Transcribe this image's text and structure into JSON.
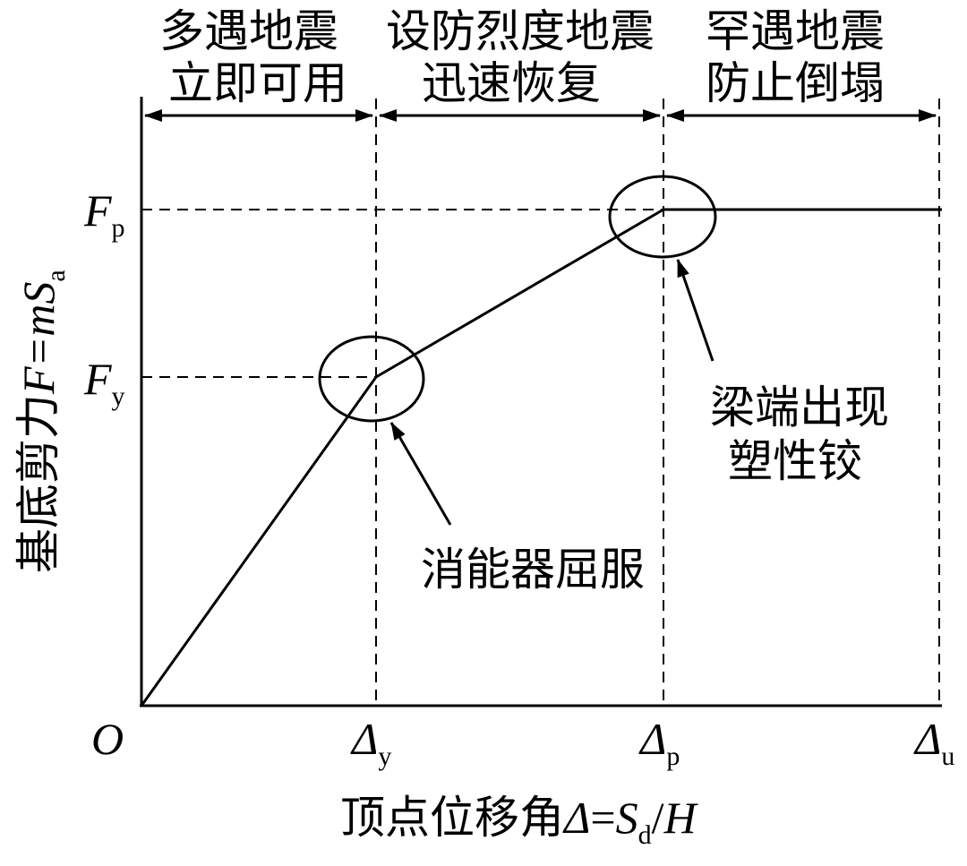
{
  "zones": [
    {
      "line1": "多遇地震",
      "line2": "立即可用"
    },
    {
      "line1": "设防烈度地震",
      "line2": "迅速恢复"
    },
    {
      "line1": "罕遇地震",
      "line2": "防止倒塌"
    }
  ],
  "y_axis": {
    "label_cn": "基底剪力",
    "label_eq_var": "F",
    "label_eq_rhs": "=m",
    "label_eq_s": "S",
    "label_eq_sub": "a",
    "ticks": [
      {
        "main": "F",
        "sub": "p"
      },
      {
        "main": "F",
        "sub": "y"
      }
    ]
  },
  "x_axis": {
    "origin": "O",
    "label_cn": "顶点位移角",
    "label_delta": "Δ",
    "label_eq": "=",
    "label_s": "S",
    "label_sub": "d",
    "label_slash": "/",
    "label_h": "H",
    "ticks": [
      {
        "main": "Δ",
        "sub": "y"
      },
      {
        "main": "Δ",
        "sub": "p"
      },
      {
        "main": "Δ",
        "sub": "u"
      }
    ]
  },
  "annotations": {
    "yield_label": "消能器屈服",
    "hinge_line1": "梁端出现",
    "hinge_line2": "塑性铰"
  },
  "curve": {
    "type": "trilinear",
    "points": [
      {
        "x": "O",
        "y": "0"
      },
      {
        "x": "Δy",
        "y": "Fy"
      },
      {
        "x": "Δp",
        "y": "Fp"
      },
      {
        "x": "Δu",
        "y": "Fp"
      }
    ]
  }
}
